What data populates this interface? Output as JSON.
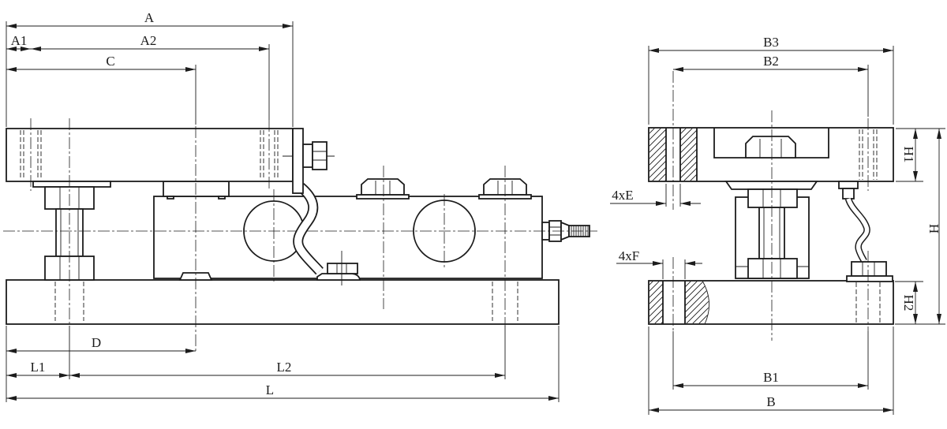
{
  "drawing": {
    "background": "#ffffff",
    "line_color": "#1c1c1c",
    "labels": {
      "A": "A",
      "A1": "A1",
      "A2": "A2",
      "C": "C",
      "D": "D",
      "L1": "L1",
      "L2": "L2",
      "L": "L",
      "B3": "B3",
      "B2": "B2",
      "B1": "B1",
      "B": "B",
      "H1": "H1",
      "H2": "H2",
      "H": "H",
      "E": "4xE",
      "F": "4xF"
    }
  }
}
